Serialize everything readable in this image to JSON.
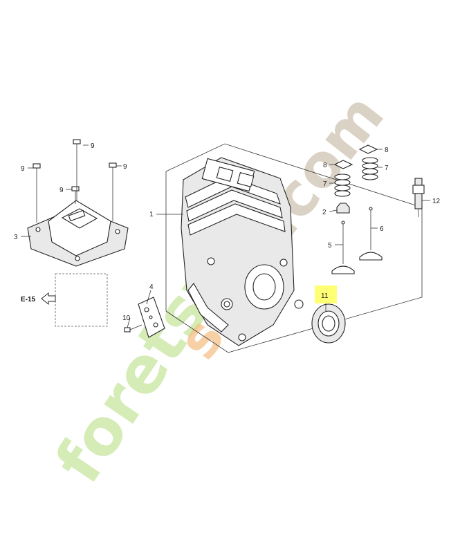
{
  "watermark": {
    "word_main": "foretsy",
    "word_dot": "s",
    "word_end": "m.com",
    "colors": {
      "green": "#c8e6a0",
      "orange": "#f5c287",
      "taupe": "#cdbfae"
    }
  },
  "callouts": {
    "cylinder": "1",
    "valve_seal": "2",
    "head_cover": "3",
    "gasket": "4",
    "valve_in": "5",
    "valve_ex": "6",
    "spring_a": "7",
    "spring_b": "7",
    "retainer_a": "8",
    "retainer_b": "8",
    "bolt_a": "9",
    "bolt_b": "9",
    "bolt_c": "9",
    "bolt_d": "9",
    "bolt_e": "10",
    "oil_seal": "11",
    "spark_plug": "12"
  },
  "ref": {
    "label": "E-15"
  },
  "highlight": {
    "color": "#ffff66",
    "part": "11"
  }
}
